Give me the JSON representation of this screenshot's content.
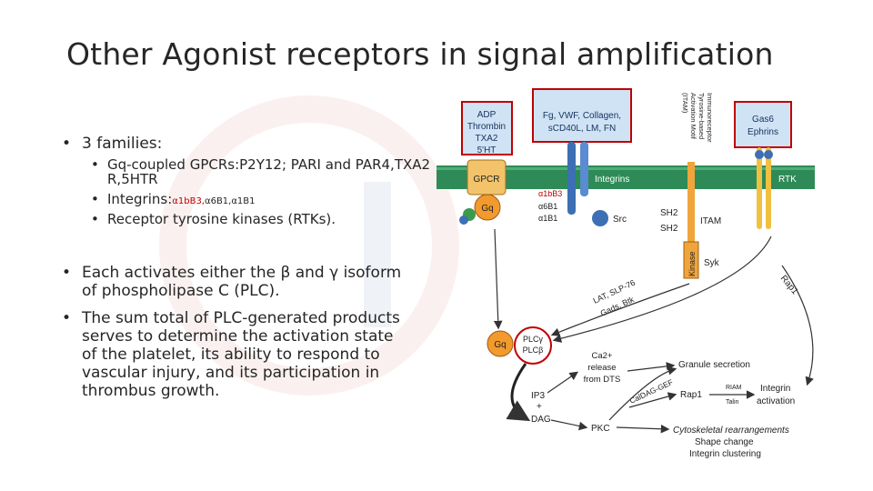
{
  "slide": {
    "title": "Other Agonist receptors in signal amplification"
  },
  "bullets": {
    "families": {
      "text": "3 families:",
      "items": [
        {
          "text": "Gq-coupled GPCRs:P2Y12; PARI and PAR4,TXA2 R,5HTR"
        },
        {
          "prefix": "Integrins:",
          "red": "α1bB3,",
          "rest": "α6B1,α1B1"
        },
        {
          "text": "Receptor tyrosine kinases (RTKs)."
        }
      ]
    },
    "activation": "Each activates either the β and γ isoform of phospholipase C (PLC).",
    "sum_total": "The sum total of PLC-generated products serves to determine the activation state of the platelet, its ability to respond to vascular injury, and its participation in thrombus growth."
  },
  "diagram": {
    "agonists_left": [
      "ADP",
      "Thrombin",
      "TXA2",
      "5'HT"
    ],
    "agonists_mid": [
      "Fg, VWF, Collagen,",
      "sCD40L, LM, FN"
    ],
    "itam_label": [
      "Immunoreceptor",
      "Tyrosine-based",
      "Activation Motif",
      "(ITAM)"
    ],
    "agonists_right": [
      "Gas6",
      "Ephrins"
    ],
    "gpcr": "GPCR",
    "integrins": "Integrins",
    "rtk": "RTK",
    "gq_top": "Gq",
    "integrin_subtypes": [
      "α1bB3",
      "α6B1",
      "α1B1"
    ],
    "src": "Src",
    "sh2_a": "SH2",
    "sh2_b": "SH2",
    "itam": "ITAM",
    "kinase": "Kinase",
    "syk": "Syk",
    "rap1_right": "Rap1",
    "lat": "LAT, SLP-76",
    "gads": "Gads, Btk",
    "gq_bottom": "Gq",
    "plc_g": "PLCγ",
    "plc_b": "PLCβ",
    "ca_release": [
      "Ca2+",
      "release",
      "from DTS"
    ],
    "ip3": "IP3",
    "plus": "+",
    "dag": "DAG",
    "caldag": "CalDAG-GEF",
    "rap1": "Rap1",
    "granule": "Granule secretion",
    "riam": "RIAM",
    "talin": "Talin",
    "integrin_activation": [
      "Integrin",
      "activation"
    ],
    "pkc": "PKC",
    "cyto": "Cytoskeletal rearrangements",
    "shape": "Shape change",
    "clustering": "Integrin clustering"
  },
  "colors": {
    "title": "#262626",
    "highlight_red": "#c00000",
    "membrane_green": "#2e8b57",
    "agonist_box_fill": "#cfe3f5",
    "gq_orange": "#f29a2e",
    "integrin_blue": "#3d6fb4",
    "itam_orange": "#f0a53c"
  }
}
